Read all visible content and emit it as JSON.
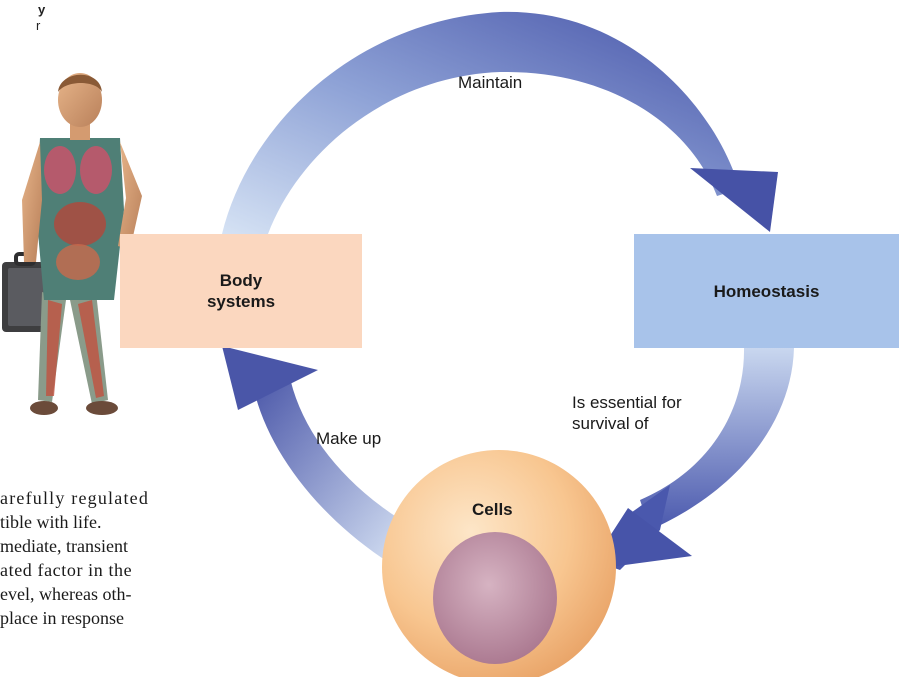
{
  "corner_fragment": {
    "line1": "y",
    "line2": "r"
  },
  "boxes": {
    "body_systems": "Body\nsystems",
    "homeostasis": "Homeostasis"
  },
  "arrows": {
    "maintain": "Maintain",
    "essential": "Is essential for\nsurvival of",
    "make_up": "Make up"
  },
  "cell": {
    "label": "Cells"
  },
  "text_lines": [
    "arefully regulated",
    "tible with life.",
    "mediate, transient",
    "ated factor in the",
    "evel, whereas oth-",
    "place in response"
  ],
  "colors": {
    "body_box": "#fbd7bf",
    "homeostasis_box": "#a8c3ea",
    "arrow_dark": "#4a58a8",
    "arrow_light": "#cddbf0",
    "cell_fill": "#f6c38f",
    "nucleus": "#b98a9e"
  }
}
